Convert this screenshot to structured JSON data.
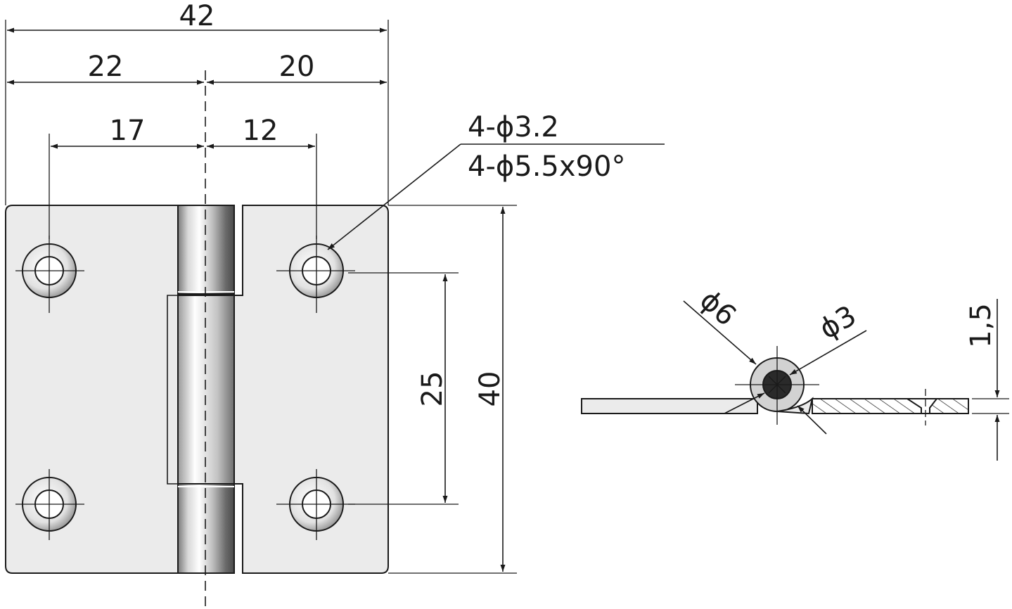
{
  "dimensions": {
    "overall_width": "42",
    "left_leaf_width": "22",
    "right_leaf_width": "20",
    "left_hole_offset": "17",
    "right_hole_offset": "12",
    "hole_spacing": "25",
    "overall_height": "40",
    "knuckle_outer_dia": "ϕ6",
    "pin_dia": "ϕ3",
    "thickness": "1,5"
  },
  "hole_callout": {
    "line1": "4-ϕ3.2",
    "line2": "4-ϕ5.5x90°"
  },
  "colors": {
    "leaf_fill": "#ebebeb",
    "line": "#1a1a1a",
    "pin": "#2a2a2a"
  }
}
